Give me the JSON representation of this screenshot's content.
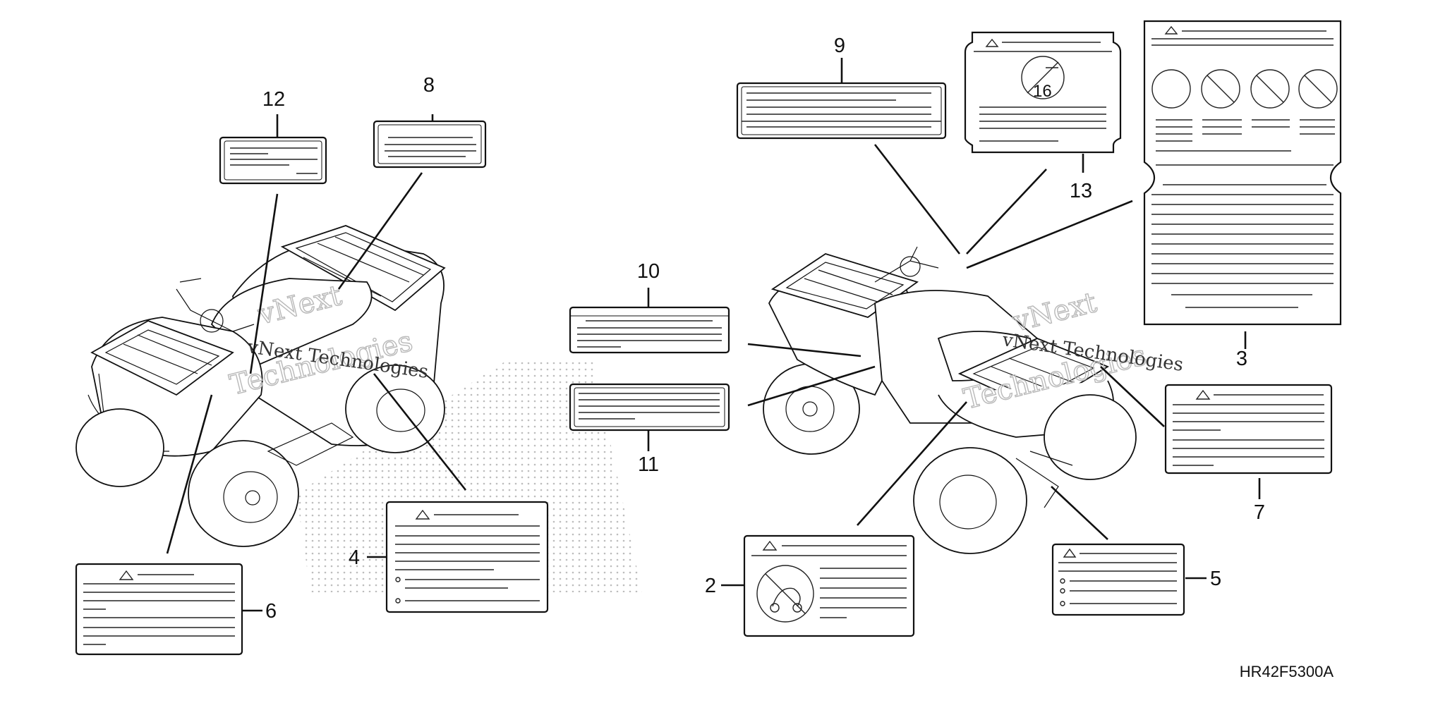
{
  "callouts": [
    {
      "id": "label-1",
      "number": "2"
    },
    {
      "id": "label-2",
      "number": "3"
    },
    {
      "id": "label-3",
      "number": "4"
    },
    {
      "id": "label-4",
      "number": "5"
    },
    {
      "id": "label-5",
      "number": "6"
    },
    {
      "id": "label-6",
      "number": "7"
    },
    {
      "id": "label-7",
      "number": "8"
    },
    {
      "id": "label-8",
      "number": "9"
    },
    {
      "id": "label-9",
      "number": "10"
    },
    {
      "id": "label-10",
      "number": "11"
    },
    {
      "id": "label-11",
      "number": "12"
    },
    {
      "id": "label-12",
      "number": "13"
    }
  ],
  "label_13_age": "16",
  "diagram_code": "HR42F5300A",
  "watermark": {
    "line1": "vNext",
    "line2": "Technologies",
    "inline": "vNext Technologies"
  },
  "colors": {
    "line": "#111111",
    "background": "#ffffff",
    "watermark": "#b9b9b9"
  }
}
